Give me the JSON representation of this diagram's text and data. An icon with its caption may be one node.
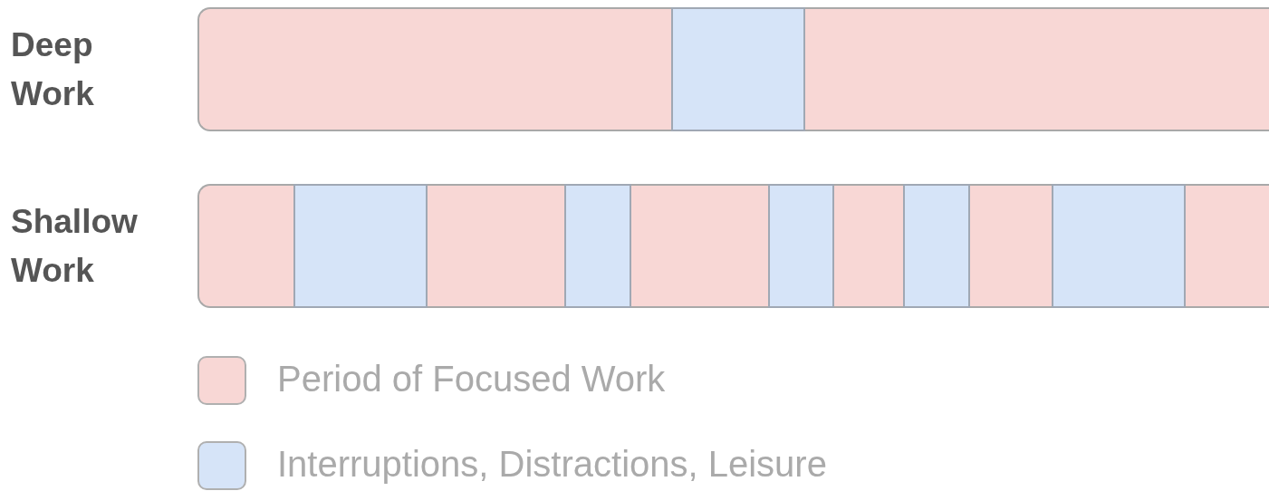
{
  "diagram": {
    "nodes": [
      {
        "text": [
          "Deep Work"
        ]
      },
      {
        "text": [
          "Shallow Work"
        ]
      },
      {
        "text": [],
        "shape": "box",
        "in": 0
      },
      {
        "text": [],
        "shape": "box",
        "in": 1
      },
      {
        "text": [],
        "shape": "box",
        "in": 1
      },
      {
        "text": [],
        "shape": "box",
        "in": 1
      },
      {
        "text": [],
        "shape": "box",
        "in": 1
      },
      {
        "text": [],
        "shape": "box",
        "in": 1
      }
    ],
    "legend": [
      {
        "text": "Period of Focused Work",
        "color": "#f8d7d5"
      },
      {
        "text": "Interruptions, Distractions, Leisure",
        "color": "#d6e4f8"
      }
    ]
  }
}
